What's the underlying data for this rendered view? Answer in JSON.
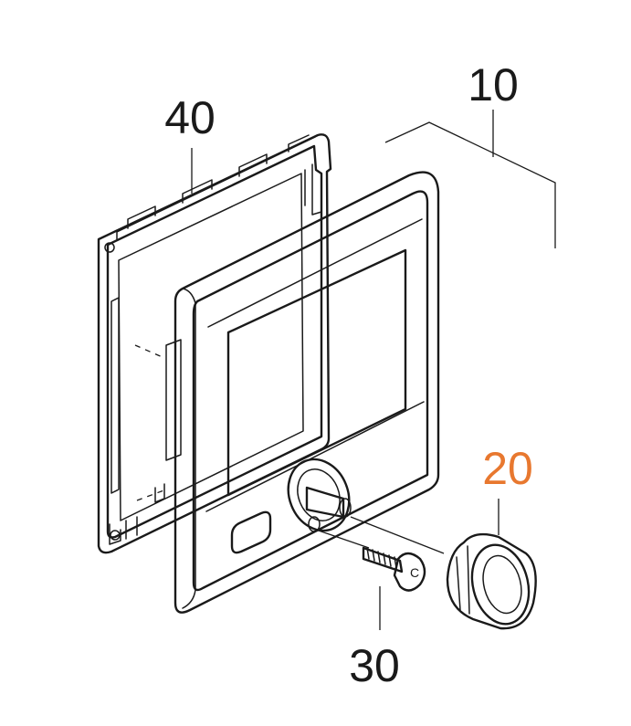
{
  "callouts": {
    "part_10": "10",
    "part_20": "20",
    "part_30": "30",
    "part_40": "40",
    "knob_mark": "C"
  },
  "colors": {
    "highlight": "#e8782f",
    "ink": "#1a1a1a",
    "background": "#ffffff"
  }
}
